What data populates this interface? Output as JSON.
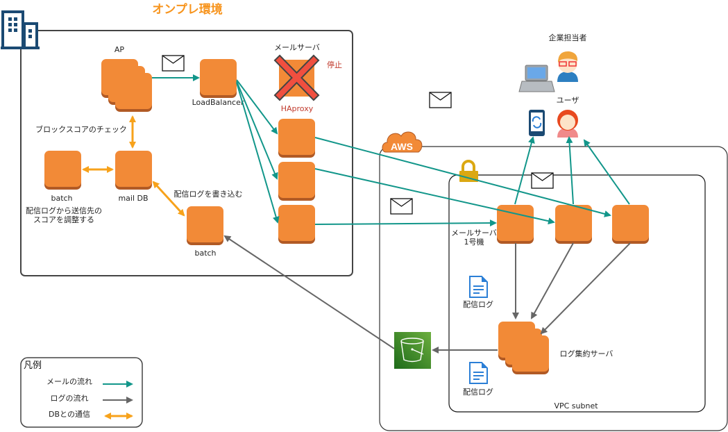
{
  "onprem": {
    "title": "オンプレ環境",
    "ap_label": "AP",
    "loadbalancer_label": "LoadBalancer",
    "haproxy_group_label": "メールサーバ",
    "haproxy_status": "停止",
    "haproxy_label": "HAproxy",
    "block_score_label": "ブロックスコアのチェック",
    "batch_left_label": "batch",
    "batch_left_desc_1": "配信ログから送信先の",
    "batch_left_desc_2": "スコアを調整する",
    "maildb_label": "mail DB",
    "write_log_label": "配信ログを書き込む",
    "batch_right_label": "batch"
  },
  "aws": {
    "badge": "AWS",
    "vpc_label": "VPC subnet",
    "mailserver1_label_1": "メールサーバ",
    "mailserver1_label_2": "1号機",
    "log_doc_label_1": "配信ログ",
    "log_doc_label_2": "配信ログ",
    "log_aggregator_label": "ログ集約サーバ"
  },
  "actors": {
    "company_label": "企業担当者",
    "user_label": "ユーザ"
  },
  "legend": {
    "title": "凡例",
    "items": [
      {
        "label": "メールの流れ",
        "color": "#12968a",
        "type": "single"
      },
      {
        "label": "ログの流れ",
        "color": "#666666",
        "type": "single"
      },
      {
        "label": "DBとの通信",
        "color": "#f7a21b",
        "type": "double"
      }
    ]
  },
  "colors": {
    "server": "#f28a37",
    "server_shadow": "#b15a25",
    "mail_flow": "#12968a",
    "log_flow": "#666666",
    "db_flow": "#f7a21b",
    "title": "#f7941d",
    "stopped": "#c0392b",
    "building": "#1b4a73",
    "s3": "#3f8624",
    "lock": "#dba812",
    "doc": "#2b7fd6"
  }
}
